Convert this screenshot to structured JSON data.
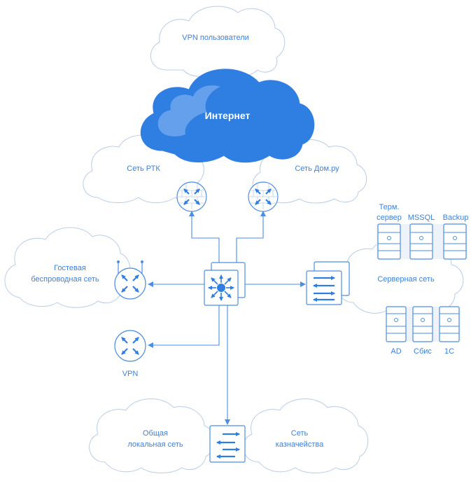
{
  "clouds": {
    "vpn_users": "VPN пользователи",
    "internet": "Интернет",
    "rtk": "Сеть РТК",
    "domru": "Сеть Дом.ру",
    "guest_line1": "Гостевая",
    "guest_line2": "беспроводная сеть",
    "server_net": "Серверная сеть",
    "lan_line1": "Общая",
    "lan_line2": "локальная сеть",
    "treasury_line1": "Сеть",
    "treasury_line2": "казначейства"
  },
  "devices": {
    "vpn_router": "VPN"
  },
  "servers": {
    "top": [
      {
        "label_line1": "Терм.",
        "label_line2": "сервер"
      },
      {
        "label_line1": "",
        "label_line2": "MSSQL"
      },
      {
        "label_line1": "",
        "label_line2": "Backup"
      }
    ],
    "bottom": [
      {
        "label": "AD"
      },
      {
        "label": "Сбис"
      },
      {
        "label": "1C"
      }
    ]
  },
  "colors": {
    "primary": "#2f7fe3",
    "cloud_fill": "#2f7fe3",
    "cloud_outline": "#b8cde8",
    "label": "#3d82d9"
  }
}
